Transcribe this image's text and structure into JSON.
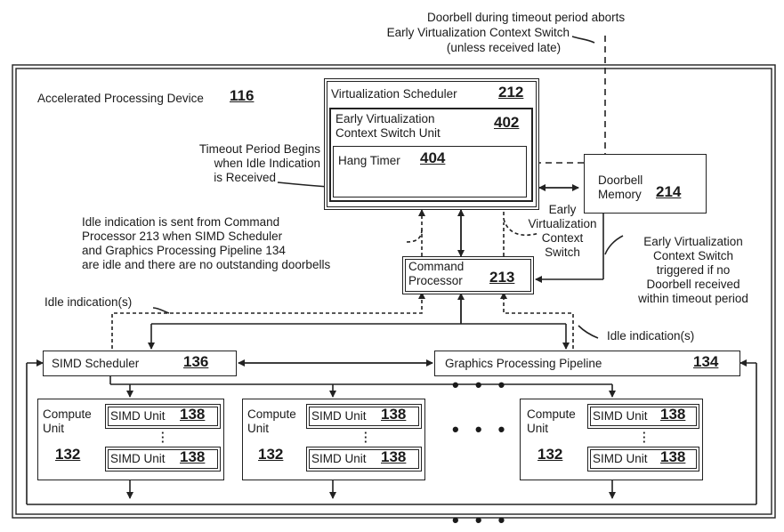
{
  "doorbell_note": {
    "line1": "Doorbell during timeout period aborts",
    "line2": "Early Virtualization Context Switch",
    "line3": "(unless received late)"
  },
  "apd": {
    "label": "Accelerated Processing Device",
    "number": "116"
  },
  "virt_scheduler": {
    "label": "Virtualization Scheduler",
    "number": "212"
  },
  "evcs_unit": {
    "line1": "Early Virtualization",
    "line2": "Context Switch Unit",
    "number": "402"
  },
  "hang_timer": {
    "label": "Hang Timer",
    "number": "404"
  },
  "timeout_note": {
    "line1": "Timeout Period Begins",
    "line2": "when Idle Indication",
    "line3": "is Received"
  },
  "doorbell_memory": {
    "line1": "Doorbell",
    "line2": "Memory",
    "number": "214"
  },
  "evcs_arrow_label": {
    "line1": "Early",
    "line2": "Virtualization",
    "line3": "Context",
    "line4": "Switch"
  },
  "idle_note": {
    "line1": "Idle indication is sent from Command",
    "line2": "Processor 213 when SIMD Scheduler",
    "line3": "and Graphics Processing Pipeline 134",
    "line4": "are idle and there are no outstanding doorbells"
  },
  "command_processor": {
    "line1": "Command",
    "line2": "Processor",
    "number": "213"
  },
  "evcs_trigger_note": {
    "line1": "Early Virtualization",
    "line2": "Context Switch",
    "line3": "triggered if no",
    "line4": "Doorbell received",
    "line5": "within timeout period"
  },
  "idle_indications_left": "Idle indication(s)",
  "idle_indications_right": "Idle indication(s)",
  "simd_scheduler": {
    "label": "SIMD Scheduler",
    "number": "136"
  },
  "graphics_pipeline": {
    "label": "Graphics Processing Pipeline",
    "number": "134"
  },
  "ellipsis": "• • •",
  "compute_units": [
    {
      "line1": "Compute",
      "line2": "Unit",
      "number": "132",
      "simd_label": "SIMD Unit",
      "simd_number": "138"
    },
    {
      "line1": "Compute",
      "line2": "Unit",
      "number": "132",
      "simd_label": "SIMD Unit",
      "simd_number": "138"
    },
    {
      "line1": "Compute",
      "line2": "Unit",
      "number": "132",
      "simd_label": "SIMD Unit",
      "simd_number": "138"
    }
  ]
}
